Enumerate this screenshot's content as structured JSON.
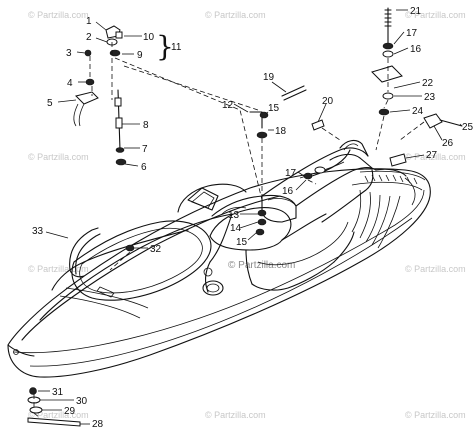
{
  "watermark": {
    "text": "© Partzilla.com",
    "center_text": "© Partzilla.com"
  },
  "callouts": {
    "c1": "1",
    "c2": "2",
    "c3": "3",
    "c4": "4",
    "c5": "5",
    "c6": "6",
    "c7": "7",
    "c8": "8",
    "c9": "9",
    "c10": "10",
    "c11": "11",
    "c12": "12",
    "c13": "13",
    "c14": "14",
    "c15a": "15",
    "c15b": "15",
    "c16a": "16",
    "c16b": "16",
    "c17a": "17",
    "c17b": "17",
    "c18": "18",
    "c19": "19",
    "c20": "20",
    "c21": "21",
    "c22": "22",
    "c23": "23",
    "c24": "24",
    "c25": "25",
    "c26": "26",
    "c27": "27",
    "c28": "28",
    "c29": "29",
    "c30": "30",
    "c31": "31",
    "c32": "32",
    "c33": "33"
  }
}
